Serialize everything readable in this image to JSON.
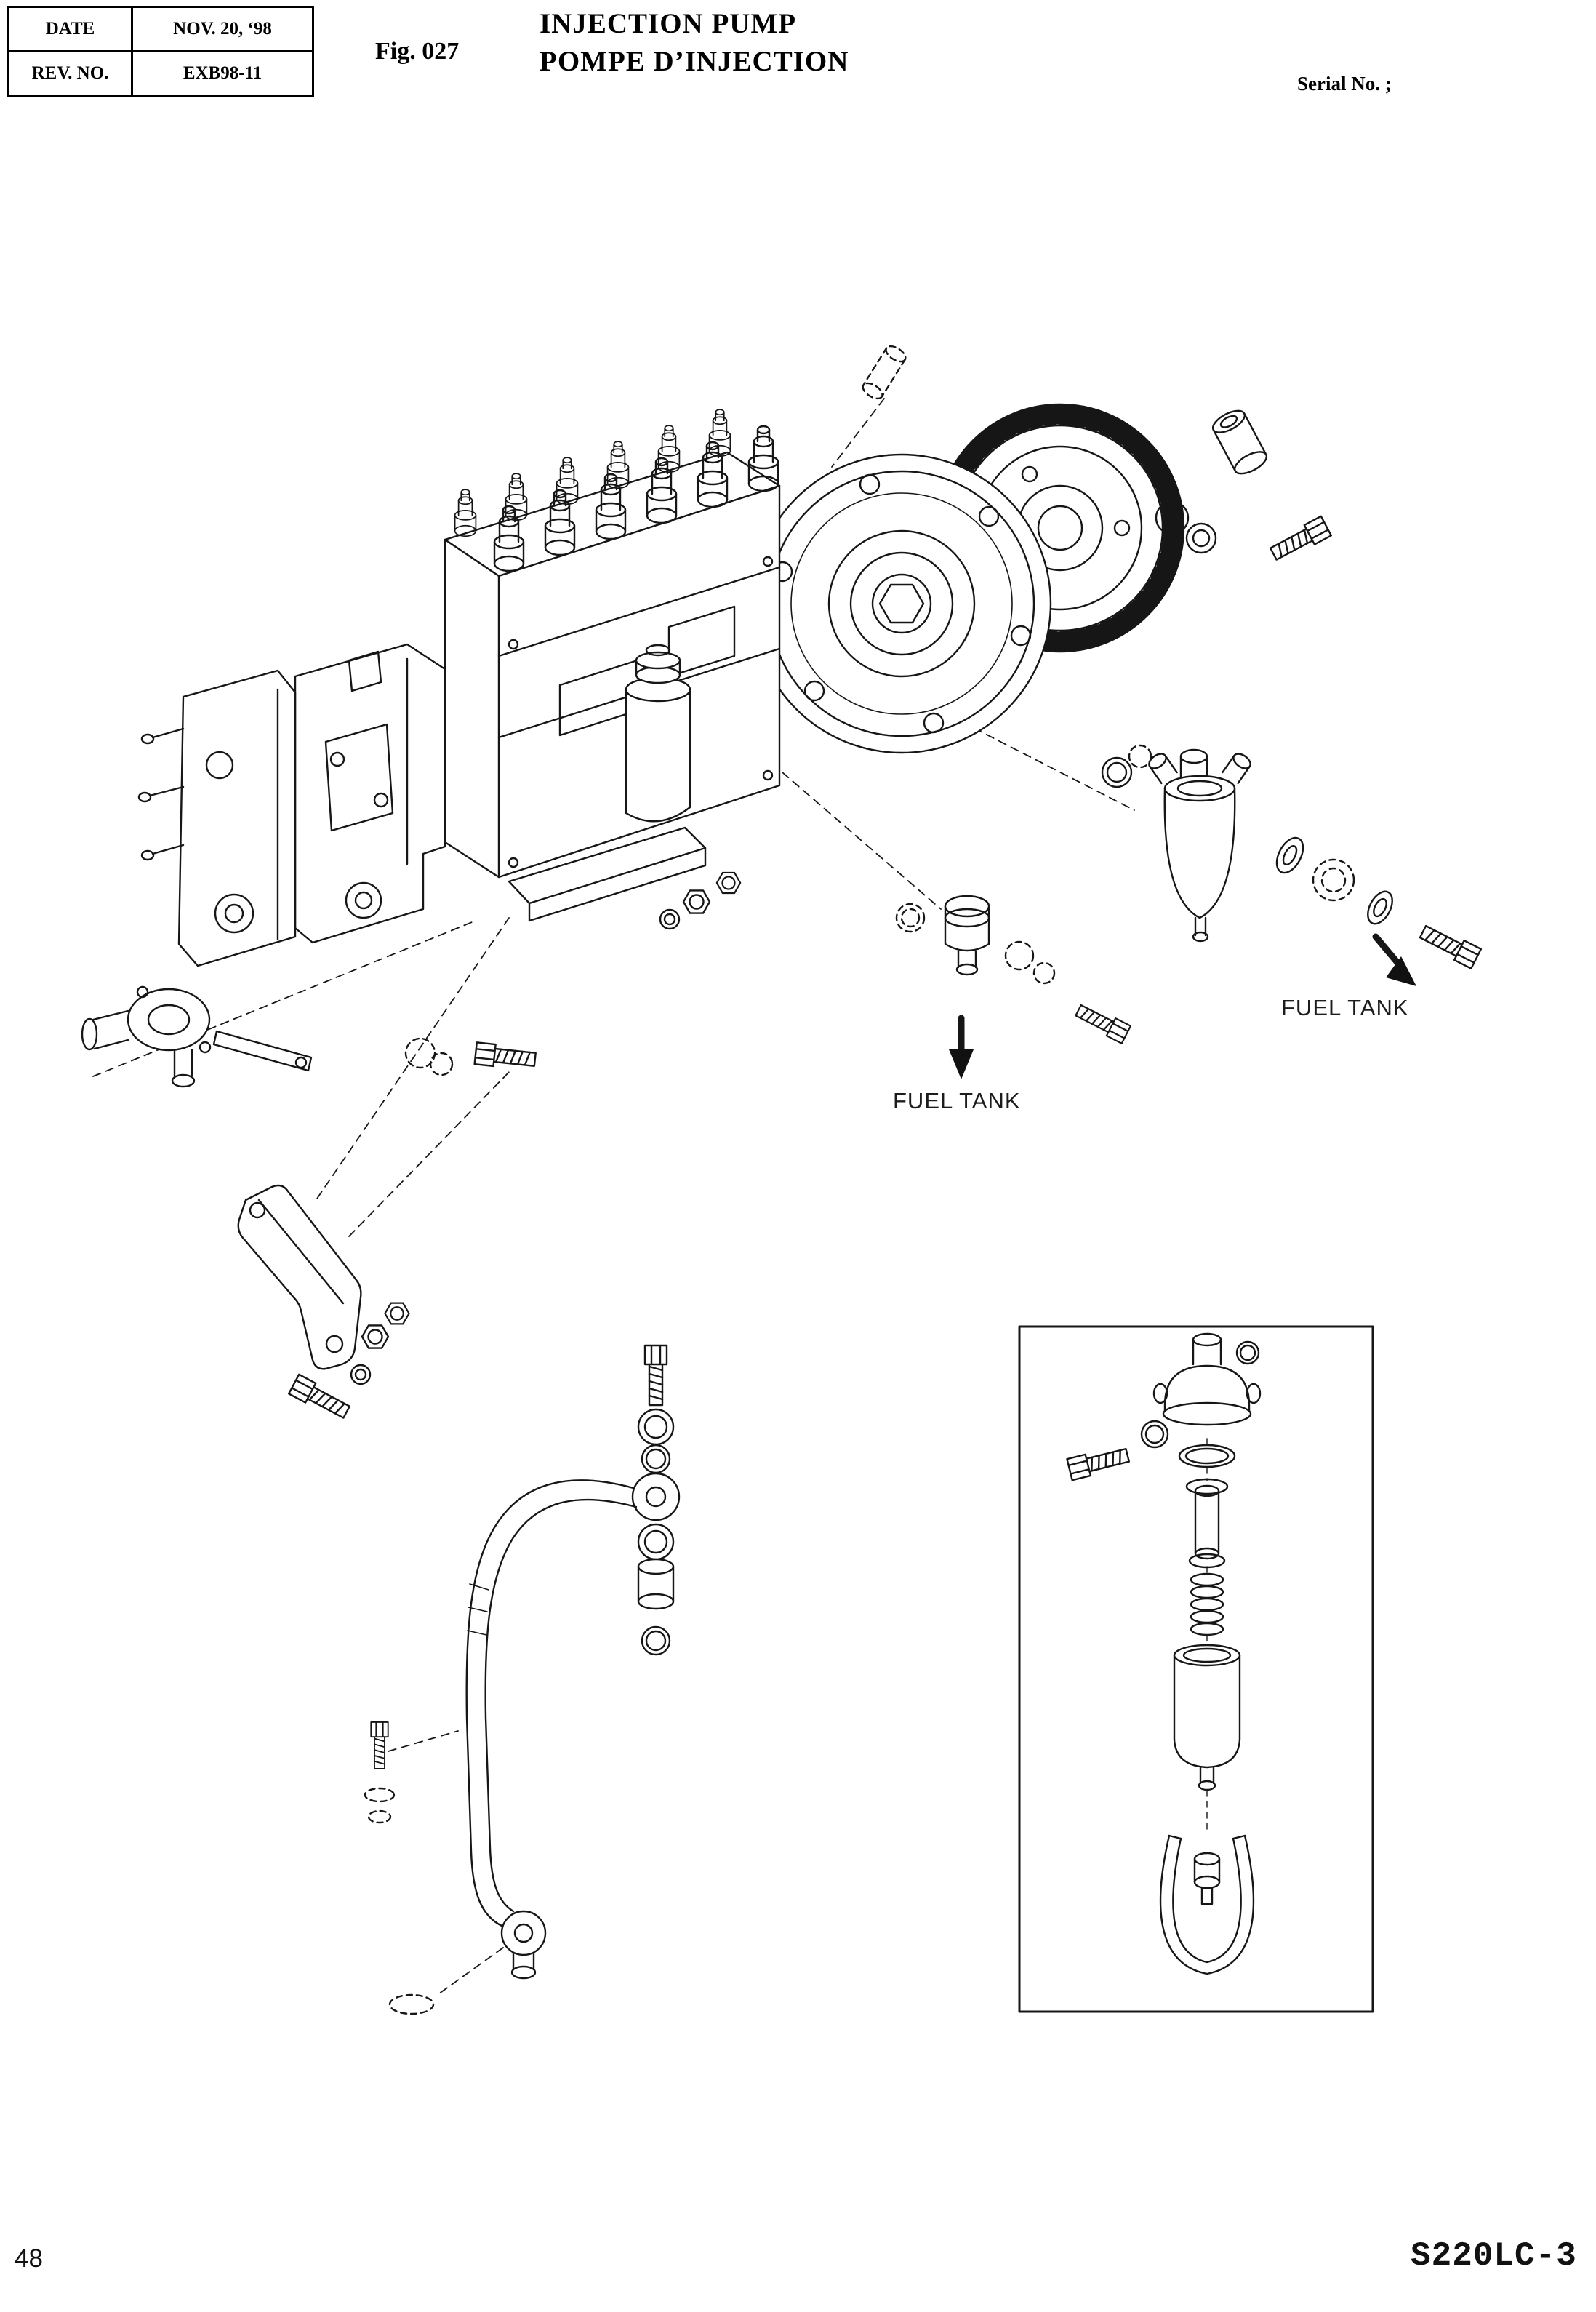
{
  "header": {
    "table": {
      "rows": [
        {
          "label": "DATE",
          "value": "NOV. 20, ‘98"
        },
        {
          "label": "REV. NO.",
          "value": "EXB98-11"
        }
      ]
    },
    "figure_label": "Fig. 027",
    "title_line1": "INJECTION PUMP",
    "title_line2": "POMPE D’INJECTION",
    "serial_label": "Serial No. ;"
  },
  "diagram": {
    "callouts": [
      {
        "text": "FUEL TANK"
      },
      {
        "text": "FUEL TANK"
      }
    ]
  },
  "footer": {
    "page_number": "48",
    "model_code": "S220LC-3"
  }
}
